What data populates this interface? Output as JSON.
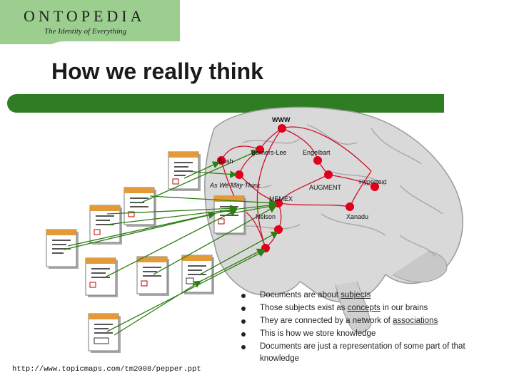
{
  "header": {
    "logo": "ONTOPEDIA",
    "tagline": "The Identity of Everything"
  },
  "slide": {
    "title": "How we really think"
  },
  "diagram": {
    "labels": {
      "www": "WWW",
      "berners_lee": "Berners-Lee",
      "engelbart": "Engelbart",
      "bush": "Bush",
      "hypertext": "Hypertext",
      "as_we_may_think": "As We May Think",
      "augment": "AUGMENT",
      "memex": "MEMEX",
      "nelson": "Nelson",
      "xanadu": "Xanadu"
    }
  },
  "bullets": [
    {
      "before": "Documents are about ",
      "link": "subjects",
      "after": ""
    },
    {
      "before": "Those subjects exist as ",
      "link": "concepts",
      "after": " in our brains"
    },
    {
      "before": "They are connected by a network of ",
      "link": "associations",
      "after": ""
    },
    {
      "before": "This is how we store knowledge",
      "link": "",
      "after": ""
    },
    {
      "before": "Documents are just a representation of some part of that knowledge",
      "link": "",
      "after": ""
    }
  ],
  "footer": {
    "url": "http://www.topicmaps.com/tm2008/pepper.ppt"
  },
  "colors": {
    "header_green": "#9ccf8f",
    "bar_green": "#2f7d23",
    "node_red": "#e0001a",
    "arrow_green": "#2e7d12"
  }
}
